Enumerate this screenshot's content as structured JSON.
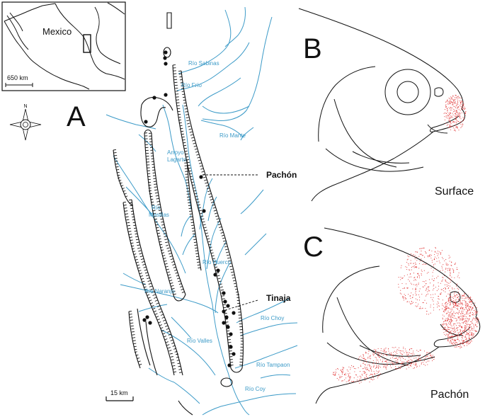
{
  "panels": {
    "a": "A",
    "b": "B",
    "c": "C"
  },
  "inset": {
    "country": "Mexico",
    "scale": "650 km"
  },
  "compass": {
    "north": "N"
  },
  "scale_bar": "15 km",
  "caves": {
    "pachon": "Pachón",
    "tinaja": "Tinaja"
  },
  "rivers": {
    "sabinas": "Río Sabinas",
    "frio": "Río Frío",
    "mante": "Río Mante",
    "arroyo_line1": "Arroyo",
    "arroyo_line2": "Lagarto",
    "mesillas_line1": "Río",
    "mesillas_line2": "Mesillas",
    "puerco": "Río Puerco",
    "naranjo": "Río Naranjo",
    "choy": "Río Choy",
    "valles": "Río Valles",
    "tampaon": "Río Tampaon",
    "coy": "Río Coy"
  },
  "fish": {
    "surface": "Surface",
    "pachon": "Pachón"
  },
  "colors": {
    "river": "#3d9bc8",
    "neuromast": "#e03030",
    "ink": "#111111"
  }
}
